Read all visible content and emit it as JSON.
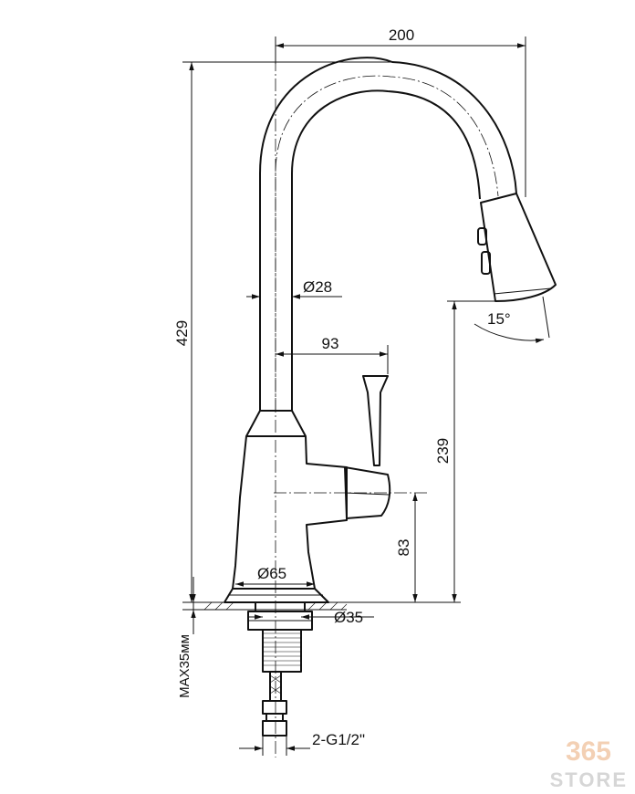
{
  "dimensions": {
    "spout_reach": "200",
    "total_height": "429",
    "spout_diameter": "Ø28",
    "handle_offset": "93",
    "spray_angle": "15°",
    "outlet_height": "239",
    "handle_height": "83",
    "base_diameter": "Ø65",
    "shank_diameter": "Ø35",
    "max_counter_thickness": "MAX35мм",
    "hose_connection": "2-G1/2\""
  },
  "logo": {
    "number": "365",
    "word": "STORE"
  }
}
